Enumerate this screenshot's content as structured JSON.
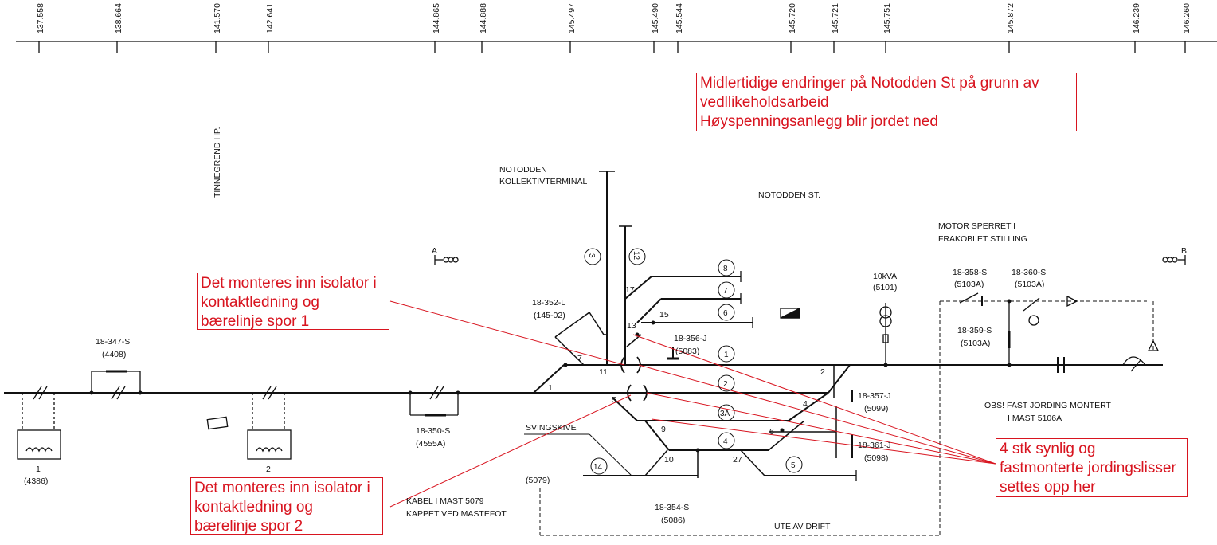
{
  "km_marks": [
    "137.558",
    "138.664",
    "141.570",
    "142.641",
    "144.865",
    "144.888",
    "145.497",
    "145.490",
    "145.544",
    "145.720",
    "145.721",
    "145.751",
    "145.872",
    "146.239",
    "146.260"
  ],
  "annotations": {
    "top": [
      "Midlertidige endringer på Notodden St på grunn av",
      "vedllikeholdsarbeid",
      "Høyspenningsanlegg blir jordet ned"
    ],
    "spor1": [
      "Det monteres inn isolator i",
      "kontaktledning og",
      "bærelinje spor 1"
    ],
    "spor2": [
      "Det monteres inn isolator i",
      "kontaktledning og",
      "bærelinje spor 2"
    ],
    "jording": [
      "4 stk synlig og",
      "fastmonterte jordingslisser",
      "settes opp her"
    ]
  },
  "labels": {
    "tinnegrend": "TINNEGREND HP.",
    "terminal_1": "NOTODDEN",
    "terminal_2": "KOLLEKTIVTERMINAL",
    "station": "NOTODDEN ST.",
    "motor_1": "MOTOR SPERRET I",
    "motor_2": "FRAKOBLET STILLING",
    "point_a": "A",
    "point_b": "B",
    "kva_1": "10kVA",
    "kva_2": "(5101)",
    "obs_1": "OBS! FAST JORDING MONTERT",
    "obs_2": "I MAST 5106A",
    "svingskive": "SVINGSKIVE",
    "kabel_1": "KABEL I MAST 5079",
    "kabel_2": "KAPPET VED MASTEFOT",
    "ute": "UTE AV DRIFT",
    "m5079": "(5079)"
  },
  "switches": {
    "s347": [
      "18-347-S",
      "(4408)"
    ],
    "s350": [
      "18-350-S",
      "(4555A)"
    ],
    "s352": [
      "18-352-L",
      "(145-02)"
    ],
    "s356": [
      "18-356-J",
      "(5083)"
    ],
    "s357": [
      "18-357-J",
      "(5099)"
    ],
    "s361": [
      "18-361-J",
      "(5098)"
    ],
    "s354": [
      "18-354-S",
      "(5086)"
    ],
    "s358": [
      "18-358-S",
      "(5103A)"
    ],
    "s360": [
      "18-360-S",
      "(5103A)"
    ],
    "s359": [
      "18-359-S",
      "(5103A)"
    ]
  },
  "transformers": {
    "t1": [
      "1",
      "(4386)"
    ],
    "t2": [
      "2"
    ]
  },
  "track_numbers": [
    "3",
    "12",
    "8",
    "7",
    "6",
    "1",
    "2",
    "3A",
    "4",
    "5",
    "14"
  ],
  "switch_numbers": [
    "17",
    "15",
    "13",
    "7",
    "11",
    "1",
    "2",
    "4",
    "5",
    "6",
    "9",
    "10",
    "27"
  ],
  "colors": {
    "annotation": "#d8141f",
    "drawing": "#111111"
  }
}
